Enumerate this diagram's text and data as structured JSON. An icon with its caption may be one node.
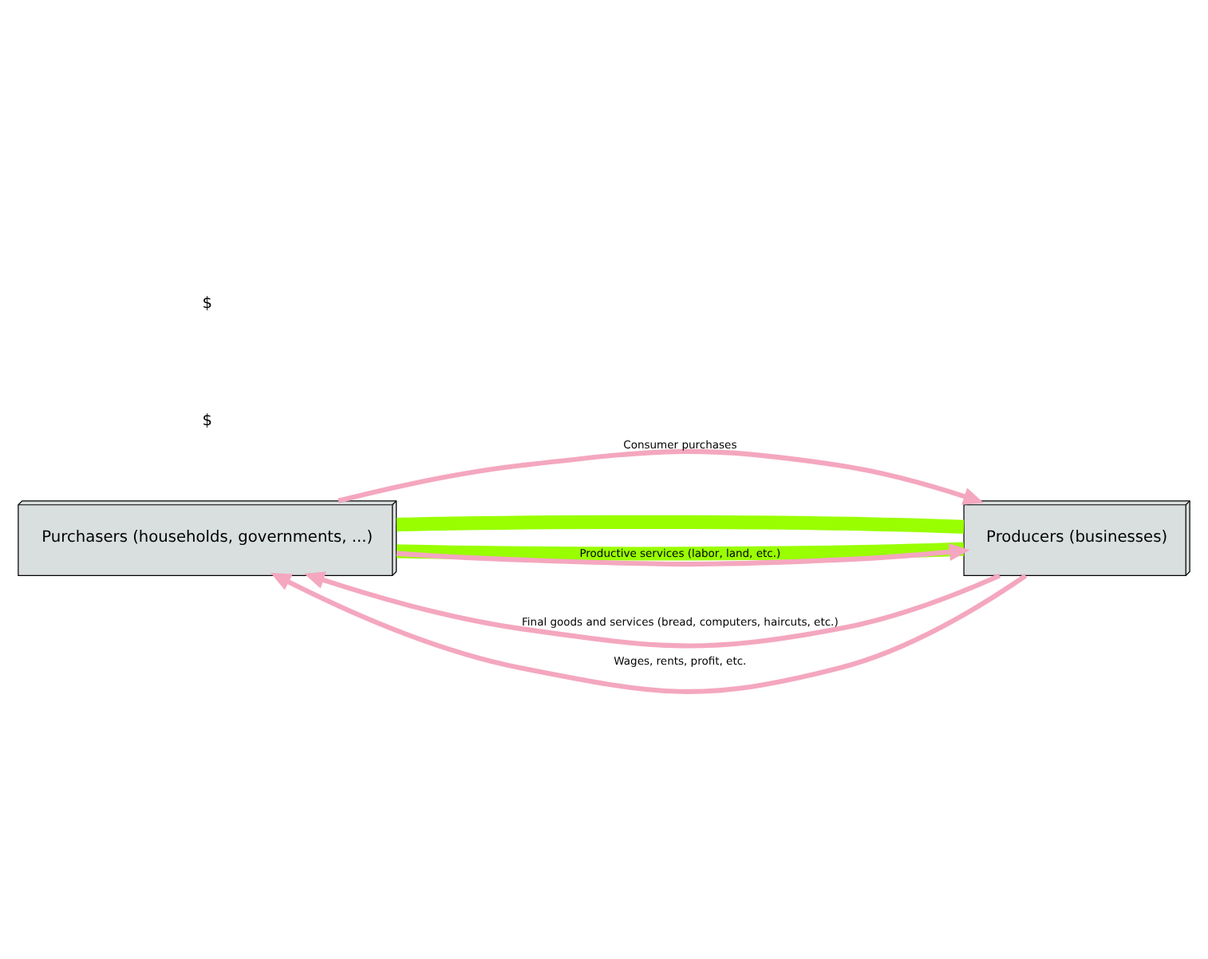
{
  "diagram": {
    "nodes": [
      {
        "text": [
          "Purchasers (households, governments, ...)"
        ]
      },
      {
        "text": [
          "Producers (businesses)"
        ]
      }
    ],
    "edges": [
      {
        "from": 0,
        "to": 1,
        "arrow": "to",
        "label": "Consumer purchases"
      },
      {
        "from": 1,
        "to": 0,
        "arrow": "to",
        "label": "Final goods and services (bread, computers, haircuts, etc.)"
      },
      {
        "from": 0,
        "to": 1,
        "arrow": "none",
        "style": "thick",
        "color": "#99ff00"
      },
      {
        "from": 0,
        "to": 1,
        "arrow": "none",
        "style": "thick",
        "color": "#99ff00"
      },
      {
        "from": 0,
        "to": 1,
        "arrow": "to",
        "label": "Productive services (labor, land, etc.)"
      },
      {
        "from": 1,
        "to": 0,
        "arrow": "to",
        "label": "Wages, rents, profit, etc."
      }
    ],
    "labels": [
      "$",
      "$"
    ]
  }
}
